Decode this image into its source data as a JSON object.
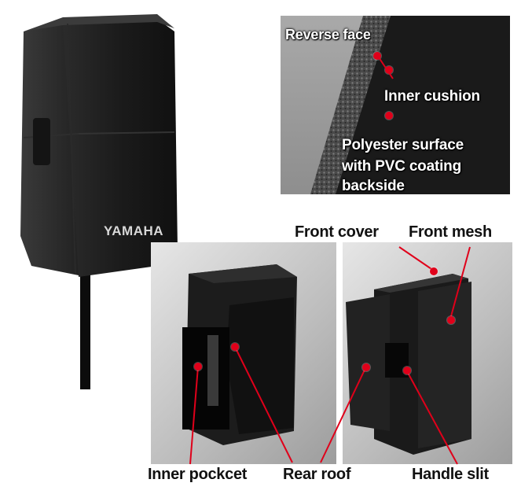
{
  "brand": {
    "logo_text": "YAMAHA"
  },
  "callouts": {
    "reverse_face": "Reverse face",
    "inner_cushion": "Inner cushion",
    "polyester_line1": "Polyester surface",
    "polyester_line2": "with PVC coating",
    "polyester_line3": "backside",
    "front_cover": "Front cover",
    "front_mesh": "Front mesh",
    "inner_pocket": "Inner pockcet",
    "rear_roof": "Rear roof",
    "handle_slit": "Handle slit"
  },
  "colors": {
    "callout_dot": "#e0001a",
    "cover_fabric": "#1c1c1c",
    "background": "#ffffff"
  }
}
